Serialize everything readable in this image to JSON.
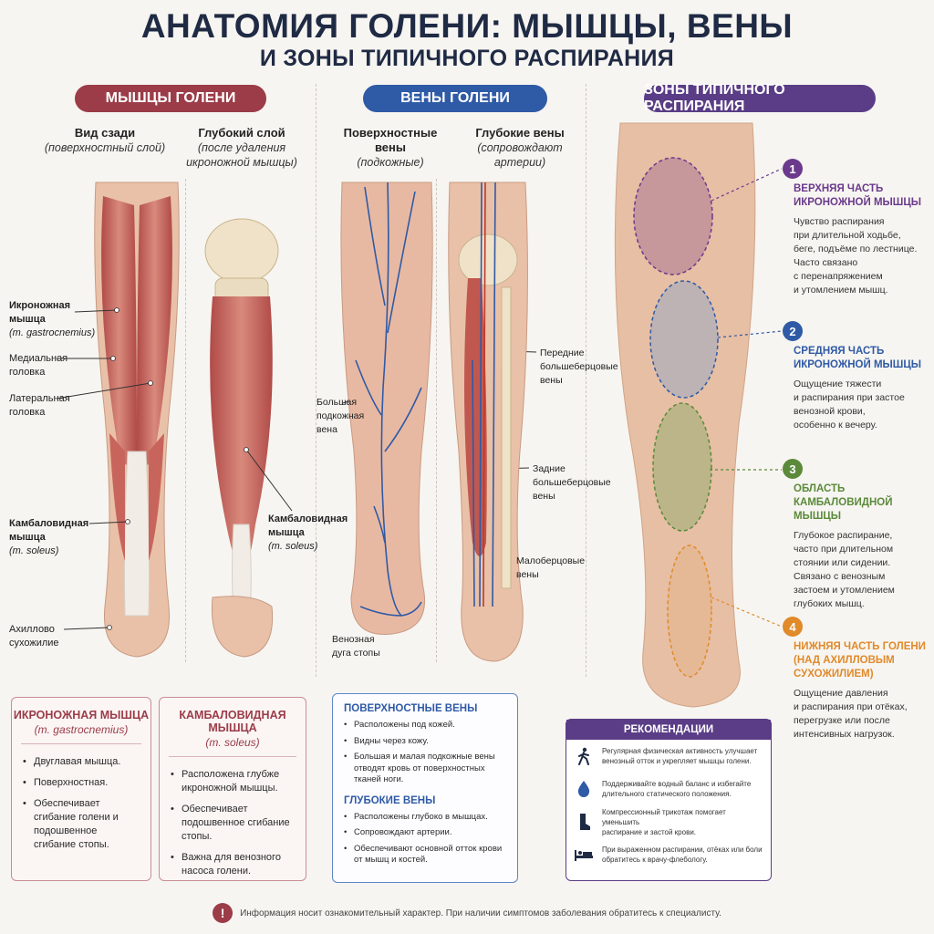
{
  "title": {
    "line1": "АНАТОМИЯ ГОЛЕНИ: МЫШЦЫ, ВЕНЫ",
    "line2": "И ЗОНЫ ТИПИЧНОГО РАСПИРАНИЯ"
  },
  "sections": {
    "muscles": "МЫШЦЫ ГОЛЕНИ",
    "veins": "ВЕНЫ ГОЛЕНИ",
    "zones": "ЗОНЫ ТИПИЧНОГО РАСПИРАНИЯ"
  },
  "muscles": {
    "view1": {
      "title": "Вид сзади",
      "sub": "(поверхностный слой)"
    },
    "view2": {
      "title": "Глубокий слой",
      "sub1": "(после удаления",
      "sub2": "икроножной мышцы)"
    },
    "labels": {
      "gastro1": "Икроножная",
      "gastro2": "мышца",
      "gastro_lat": "(m. gastrocnemius)",
      "medial1": "Медиальная",
      "medial2": "головка",
      "lateral1": "Латеральная",
      "lateral2": "головка",
      "soleus1": "Камбаловидная",
      "soleus2": "мышца",
      "soleus_lat": "(m. soleus)",
      "soleus2_1": "Камбаловидная",
      "soleus2_2": "мышца",
      "soleus2_lat": "(m. soleus)",
      "achilles1": "Ахиллово",
      "achilles2": "сухожилие"
    },
    "card_gastro": {
      "title": "ИКРОНОЖНАЯ МЫШЦА",
      "latin": "(m. gastrocnemius)",
      "items": [
        "Двуглавая мышца.",
        "Поверхностная.",
        "Обеспечивает сгибание голени и подошвенное сгибание стопы."
      ]
    },
    "card_soleus": {
      "title": "КАМБАЛОВИДНАЯ МЫШЦА",
      "latin": "(m. soleus)",
      "items": [
        "Расположена глубже икроножной мышцы.",
        "Обеспечивает подошвенное сгибание стопы.",
        "Важна для венозного насоса голени."
      ]
    }
  },
  "veins": {
    "view1": {
      "title": "Поверхностные вены",
      "sub": "(подкожные)"
    },
    "view2": {
      "title": "Глубокие вены",
      "sub1": "(сопровождают",
      "sub2": "артерии)"
    },
    "labels": {
      "gsv1": "Большая",
      "gsv2": "подкожная",
      "gsv3": "вена",
      "arch1": "Венозная",
      "arch2": "дуга стопы",
      "ant1": "Передние",
      "ant2": "большеберцовые",
      "ant3": "вены",
      "post1": "Задние",
      "post2": "большеберцовые",
      "post3": "вены",
      "per1": "Малоберцовые",
      "per2": "вены"
    },
    "card": {
      "superficial_title": "ПОВЕРХНОСТНЫЕ ВЕНЫ",
      "superficial_items": [
        "Расположены под кожей.",
        "Видны через кожу.",
        "Большая и малая подкожные вены отводят кровь от поверхностных тканей ноги."
      ],
      "deep_title": "ГЛУБОКИЕ ВЕНЫ",
      "deep_items": [
        "Расположены глубоко в мышцах.",
        "Сопровождают артерии.",
        "Обеспечивают основной отток крови от мышц и костей."
      ]
    }
  },
  "zones": [
    {
      "num": "1",
      "color": "#6b3a8c",
      "title1": "ВЕРХНЯЯ ЧАСТЬ",
      "title2": "ИКРОНОЖНОЙ МЫШЦЫ",
      "title3": "",
      "desc": [
        "Чувство распирания",
        "при длительной ходьбе,",
        "беге, подъёме по лестнице.",
        "Часто связано",
        "с перенапряжением",
        "и утомлением мышц."
      ]
    },
    {
      "num": "2",
      "color": "#2f5aa6",
      "title1": "СРЕДНЯЯ ЧАСТЬ",
      "title2": "ИКРОНОЖНОЙ МЫШЦЫ",
      "title3": "",
      "desc": [
        "Ощущение тяжести",
        "и распирания при застое",
        "венозной крови,",
        "особенно к вечеру."
      ]
    },
    {
      "num": "3",
      "color": "#5a8a3a",
      "title1": "ОБЛАСТЬ",
      "title2": "КАМБАЛОВИДНОЙ МЫШЦЫ",
      "title3": "",
      "desc": [
        "Глубокое распирание,",
        "часто при длительном",
        "стоянии или сидении.",
        "Связано с венозным",
        "застоем и утомлением",
        "глубоких мышц."
      ]
    },
    {
      "num": "4",
      "color": "#e08a2a",
      "title1": "НИЖНЯЯ ЧАСТЬ ГОЛЕНИ",
      "title2": "(НАД АХИЛЛОВЫМ",
      "title3": "СУХОЖИЛИЕМ)",
      "desc": [
        "Ощущение давления",
        "и распирания при отёках,",
        "перегрузке или после",
        "интенсивных нагрузок."
      ]
    }
  ],
  "recommendations": {
    "title": "РЕКОМЕНДАЦИИ",
    "items": [
      {
        "icon": "walking-person-icon",
        "text1": "Регулярная физическая активность улучшает",
        "text2": "венозный отток и укрепляет мышцы голени."
      },
      {
        "icon": "water-drop-icon",
        "text1": "Поддерживайте водный баланс и избегайте",
        "text2": "длительного статического положения."
      },
      {
        "icon": "compression-sock-icon",
        "text1": "Компрессионный трикотаж помогает уменьшить",
        "text2": "распирание и застой крови."
      },
      {
        "icon": "doctor-bed-icon",
        "text1": "При выраженном распирании, отёках или боли",
        "text2": "обратитесь к врачу-флебологу."
      }
    ]
  },
  "footer": {
    "icon": "!",
    "text": "Информация носит ознакомительный характер. При наличии симптомов заболевания обратитесь к специалисту."
  },
  "colors": {
    "muscle": "#9b3c48",
    "vein": "#2f5aa6",
    "zones": "#5a3d86",
    "title": "#1f2a44"
  }
}
